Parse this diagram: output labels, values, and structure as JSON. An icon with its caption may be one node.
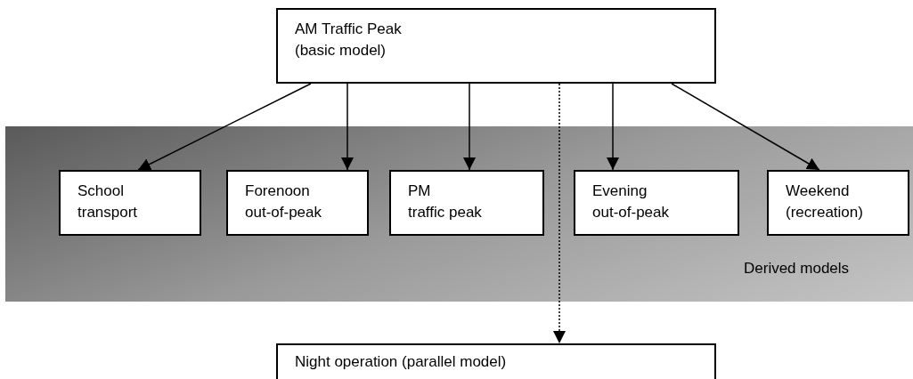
{
  "diagram": {
    "nodes": [
      {
        "text": [
          "AM Traffic Peak (basic model)"
        ]
      },
      {
        "text": [
          "Derived models"
        ]
      },
      {
        "text": [
          "School transport"
        ],
        "in": 1
      },
      {
        "text": [
          "Forenoon out-of-peak"
        ],
        "in": 1
      },
      {
        "text": [
          "PM traffic peak"
        ],
        "in": 1
      },
      {
        "text": [
          "Evening out-of-peak"
        ],
        "in": 1
      },
      {
        "text": [
          "Weekend (recreation)"
        ],
        "in": 1
      },
      {
        "text": [
          "Night operation (parallel model)"
        ]
      }
    ],
    "edges": [
      {
        "from": 0,
        "to": 2,
        "arrow": "to"
      },
      {
        "from": 0,
        "to": 3,
        "arrow": "to"
      },
      {
        "from": 0,
        "to": 4,
        "arrow": "to"
      },
      {
        "from": 0,
        "to": 5,
        "arrow": "to"
      },
      {
        "from": 0,
        "to": 6,
        "arrow": "to"
      },
      {
        "from": 0,
        "to": 7,
        "arrow": "to",
        "style": "dashed"
      }
    ]
  }
}
